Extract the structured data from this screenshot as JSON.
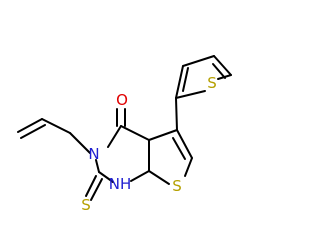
{
  "colors": {
    "bond": "#000000",
    "sulfur": "#b5a000",
    "nitrogen": "#2020d0",
    "oxygen": "#e00000",
    "background": "#ffffff"
  },
  "atoms": {
    "oxygen": "O",
    "n_allyl": "N",
    "nh": "NH",
    "thione_s": "S",
    "thiophene_ring_s": "S",
    "fused_ring_s": "S"
  }
}
